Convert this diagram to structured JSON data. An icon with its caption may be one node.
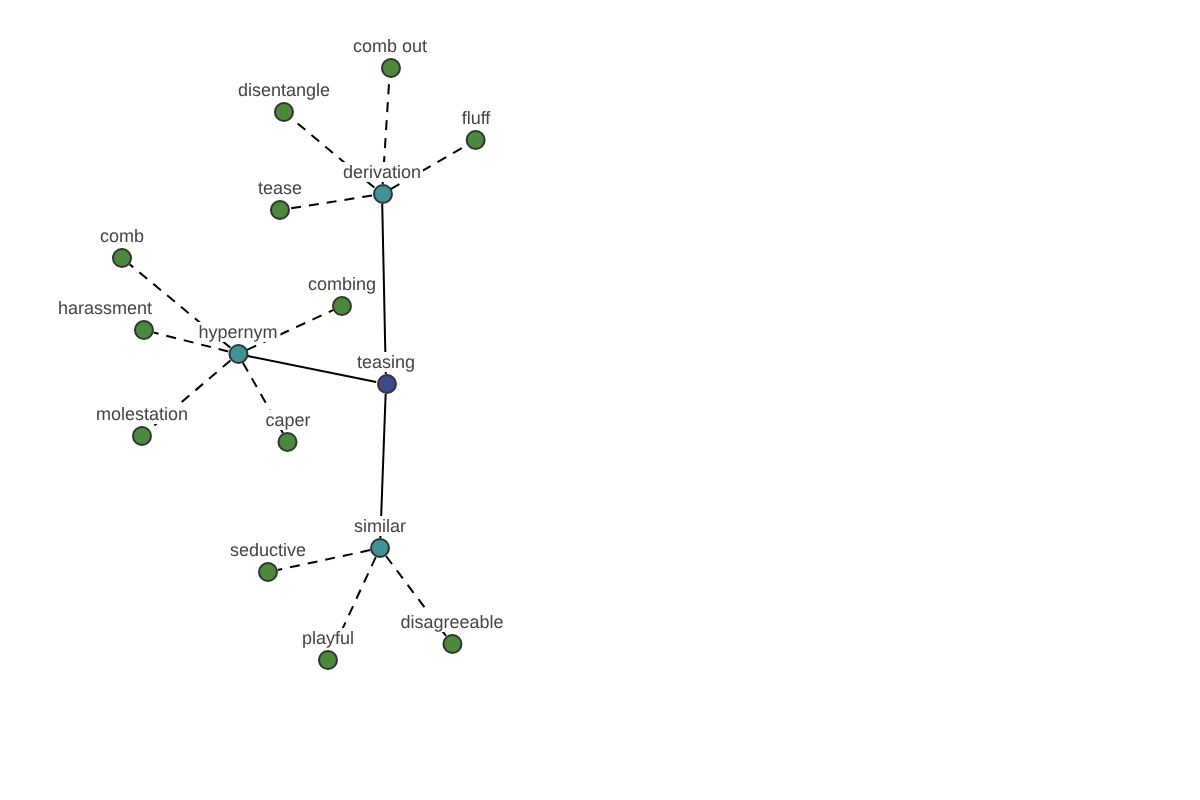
{
  "diagram": {
    "nodes": [
      {
        "text": [
          "teasing"
        ]
      },
      {
        "text": [
          "derivation"
        ]
      },
      {
        "text": [
          "hypernym"
        ]
      },
      {
        "text": [
          "similar"
        ]
      },
      {
        "text": [
          "comb out"
        ]
      },
      {
        "text": [
          "disentangle"
        ]
      },
      {
        "text": [
          "fluff"
        ]
      },
      {
        "text": [
          "tease"
        ]
      },
      {
        "text": [
          "comb"
        ]
      },
      {
        "text": [
          "combing"
        ]
      },
      {
        "text": [
          "harassment"
        ]
      },
      {
        "text": [
          "molestation"
        ]
      },
      {
        "text": [
          "caper"
        ]
      },
      {
        "text": [
          "seductive"
        ]
      },
      {
        "text": [
          "playful"
        ]
      },
      {
        "text": [
          "disagreeable"
        ]
      }
    ],
    "edges": [
      {
        "from": 0,
        "to": 1,
        "arrow": "none"
      },
      {
        "from": 0,
        "to": 2,
        "arrow": "none"
      },
      {
        "from": 0,
        "to": 3,
        "arrow": "none"
      },
      {
        "from": 1,
        "to": 4,
        "arrow": "none",
        "style": "dashed"
      },
      {
        "from": 1,
        "to": 5,
        "arrow": "none",
        "style": "dashed"
      },
      {
        "from": 1,
        "to": 6,
        "arrow": "none",
        "style": "dashed"
      },
      {
        "from": 1,
        "to": 7,
        "arrow": "none",
        "style": "dashed"
      },
      {
        "from": 2,
        "to": 8,
        "arrow": "none",
        "style": "dashed"
      },
      {
        "from": 2,
        "to": 9,
        "arrow": "none",
        "style": "dashed"
      },
      {
        "from": 2,
        "to": 10,
        "arrow": "none",
        "style": "dashed"
      },
      {
        "from": 2,
        "to": 11,
        "arrow": "none",
        "style": "dashed"
      },
      {
        "from": 2,
        "to": 12,
        "arrow": "none",
        "style": "dashed"
      },
      {
        "from": 3,
        "to": 13,
        "arrow": "none",
        "style": "dashed"
      },
      {
        "from": 3,
        "to": 14,
        "arrow": "none",
        "style": "dashed"
      },
      {
        "from": 3,
        "to": 15,
        "arrow": "none",
        "style": "dashed"
      }
    ]
  }
}
